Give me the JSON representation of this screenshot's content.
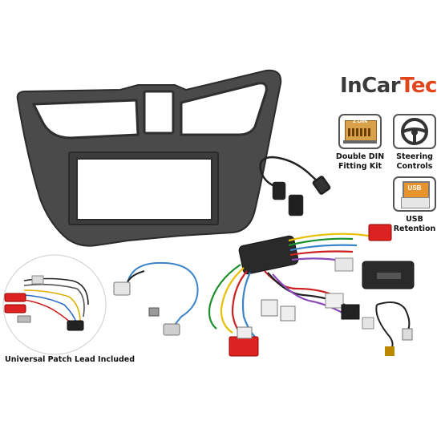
{
  "brand": {
    "name_part1": "InCar",
    "name_part2": "Tec"
  },
  "features": [
    {
      "icon": "double-din-icon",
      "screen_text": "2 DIN",
      "line1": "Double DIN",
      "line2": "Fitting Kit"
    },
    {
      "icon": "steering-wheel-icon",
      "line1": "Steering",
      "line2": "Controls"
    },
    {
      "icon": "usb-icon",
      "screen_text": "USB",
      "line1": "USB",
      "line2": "Retention"
    }
  ],
  "caption": "Universal Patch Lead Included",
  "colors": {
    "accent": "#e0451b",
    "fascia": "#4a4a4a",
    "screen_amber": "#d9a24a",
    "usb_orange": "#e8932c"
  }
}
